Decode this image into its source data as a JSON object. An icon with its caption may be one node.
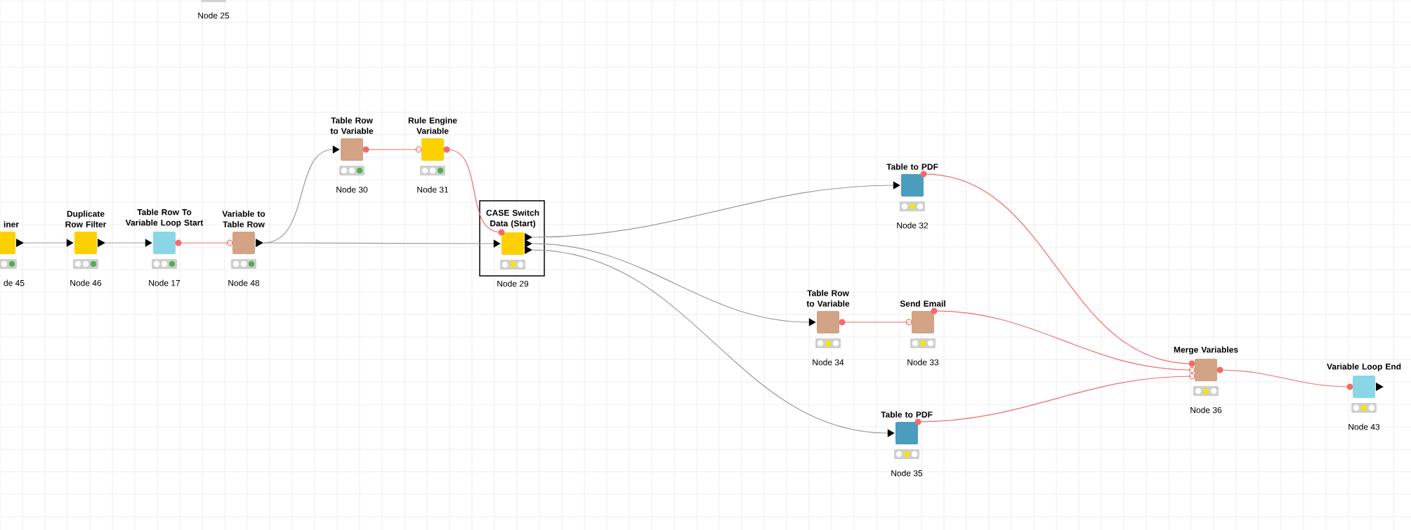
{
  "diagram": {
    "nodes": [
      {
        "text": [
          "iner"
        ],
        "beside": [
          "de 45"
        ]
      },
      {
        "text": [
          "Duplicate Row Filter"
        ],
        "beside": [
          "Node 46"
        ]
      },
      {
        "text": [
          "Table Row To Variable Loop Start"
        ],
        "beside": [
          "Node 17"
        ]
      },
      {
        "text": [
          "Variable to Table Row"
        ],
        "beside": [
          "Node 48"
        ]
      },
      {
        "text": [
          "Table Row to Variable"
        ],
        "beside": [
          "Node 30"
        ]
      },
      {
        "text": [
          "Rule Engine Variable"
        ],
        "beside": [
          "Node 31"
        ]
      },
      {
        "text": [
          "CASE Switch Data (Start)"
        ],
        "beside": [
          "Node 29"
        ]
      },
      {
        "text": [
          "Table to PDF"
        ],
        "beside": [
          "Node 32"
        ]
      },
      {
        "text": [
          "Table Row to Variable"
        ],
        "beside": [
          "Node 34"
        ]
      },
      {
        "text": [
          "Send Email"
        ],
        "beside": [
          "Node 33"
        ]
      },
      {
        "text": [
          "Table to PDF"
        ],
        "beside": [
          "Node 35"
        ]
      },
      {
        "text": [
          "Merge Variables"
        ],
        "beside": [
          "Node 36"
        ]
      },
      {
        "text": [
          "Variable Loop End"
        ],
        "beside": [
          "Node 43"
        ]
      }
    ],
    "edges": [
      {
        "from": 0,
        "to": 1,
        "arrow": "to",
        "color": "#999999"
      },
      {
        "from": 1,
        "to": 2,
        "arrow": "to",
        "color": "#999999"
      },
      {
        "from": 2,
        "to": 3,
        "arrow": "none"
      },
      {
        "from": 3,
        "to": 4,
        "arrow": "to",
        "color": "#999999"
      },
      {
        "from": 3,
        "to": 6,
        "arrow": "to",
        "color": "#999999"
      },
      {
        "from": 4,
        "to": 5,
        "arrow": "none"
      },
      {
        "from": 5,
        "to": 6,
        "arrow": "none"
      },
      {
        "from": 6,
        "to": 7,
        "arrow": "to",
        "color": "#999999"
      },
      {
        "from": 6,
        "to": 8,
        "arrow": "to",
        "color": "#999999"
      },
      {
        "from": 6,
        "to": 10,
        "arrow": "to",
        "color": "#999999"
      },
      {
        "from": 8,
        "to": 9,
        "arrow": "none"
      },
      {
        "from": 7,
        "to": 11,
        "arrow": "none"
      },
      {
        "from": 9,
        "to": 11,
        "arrow": "none"
      },
      {
        "from": 10,
        "to": 11,
        "arrow": "none"
      },
      {
        "from": 11,
        "to": 12,
        "arrow": "none"
      }
    ],
    "labels": [
      "Node 25"
    ]
  }
}
